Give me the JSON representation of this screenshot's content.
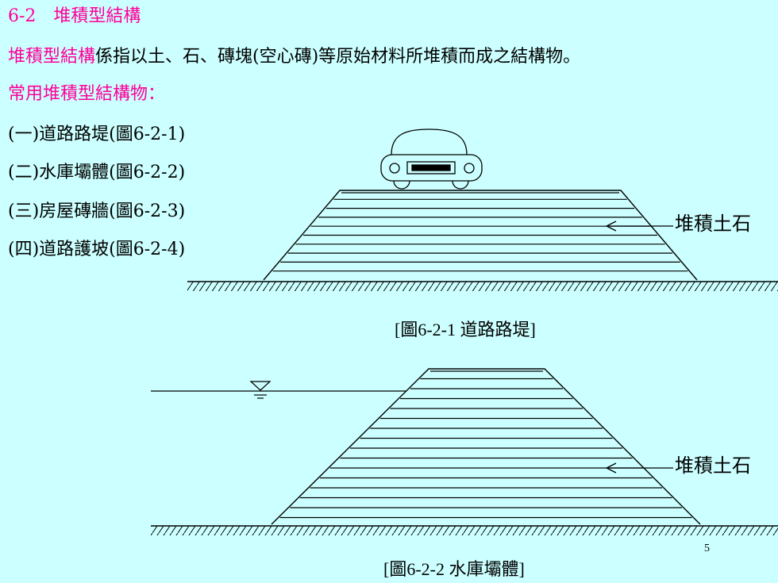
{
  "heading": "6-2　堆積型結構",
  "definition": {
    "term": "堆積型結構",
    "rest": "係指以土、石、磚塊(空心磚)等原始材料所堆積而成之結構物。"
  },
  "common_title": "常用堆積型結構物：",
  "list": [
    "(一)道路路堤(圖6-2-1)",
    "(二)水庫壩體(圖6-2-2)",
    "(三)房屋磚牆(圖6-2-3)",
    "(四)道路護坡(圖6-2-4)"
  ],
  "figure1": {
    "label": "堆積土石",
    "caption": "[圖6-2-1 道路路堤]"
  },
  "figure2": {
    "label": "堆積土石",
    "caption": "[圖6-2-2 水庫壩體]"
  },
  "page_number": "5",
  "colors": {
    "background": "#ccffff",
    "accent": "#ff0099",
    "line": "#000000"
  }
}
